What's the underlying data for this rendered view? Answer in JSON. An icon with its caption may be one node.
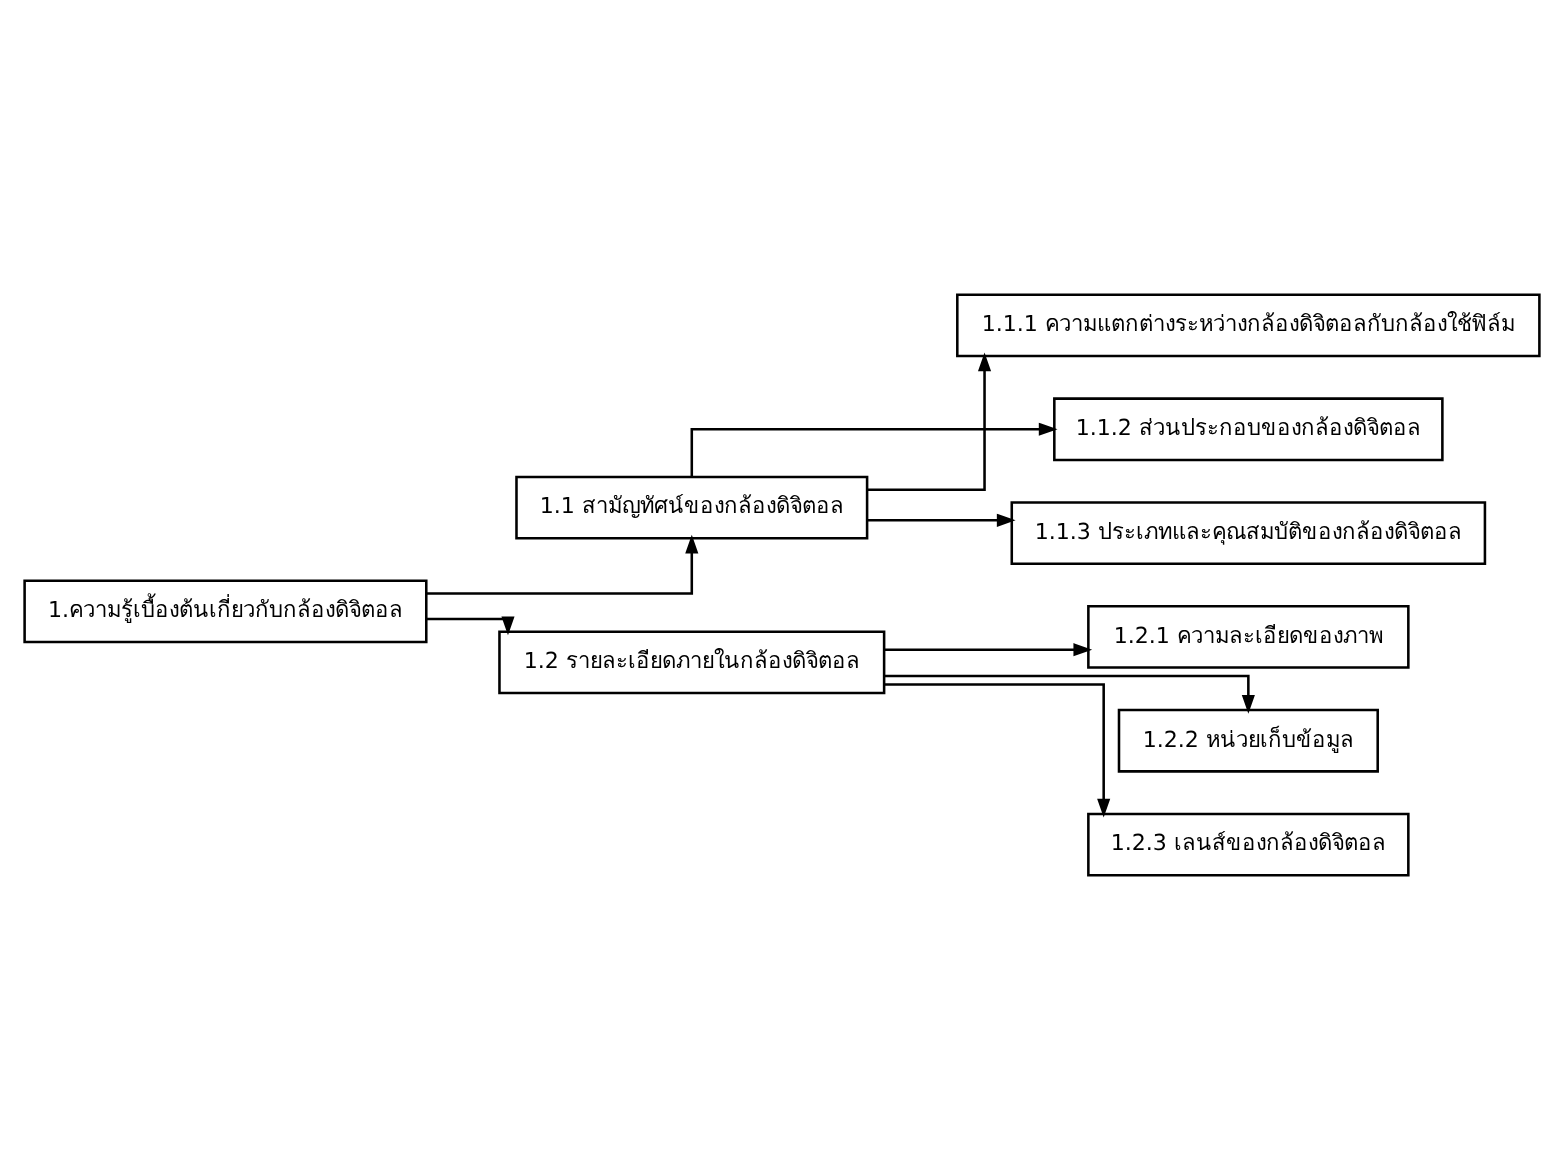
{
  "diagram": {
    "nodes": [
      {
        "text": [
          "1.ความรู้เบื้องต้นเกี่ยวกับกล้องดิจิตอล"
        ]
      },
      {
        "text": [
          "1.1 สามัญทัศน์ของกล้องดิจิตอล"
        ]
      },
      {
        "text": [
          "1.1.1 ความแตกต่างระหว่างกล้องดิจิตอลกับกล้องใช้ฟิล์ม"
        ]
      },
      {
        "text": [
          "1.1.2 ส่วนประกอบของกล้องดิจิตอล"
        ]
      },
      {
        "text": [
          "1.1.3 ประเภทและคุณสมบัติของกล้องดิจิตอล"
        ]
      },
      {
        "text": [
          "1.2 รายละเอียดภายในกล้องดิจิตอล"
        ]
      },
      {
        "text": [
          "1.2.1 ความละเอียดของภาพ"
        ]
      },
      {
        "text": [
          "1.2.2 หน่วยเก็บข้อมูล"
        ]
      },
      {
        "text": [
          "1.2.3 เลนส์ของกล้องดิจิตอล"
        ]
      }
    ],
    "edges": [
      {
        "from": 0,
        "to": 1,
        "arrow": "to"
      },
      {
        "from": 0,
        "to": 5,
        "arrow": "to"
      },
      {
        "from": 1,
        "to": 2,
        "arrow": "to"
      },
      {
        "from": 1,
        "to": 3,
        "arrow": "to"
      },
      {
        "from": 1,
        "to": 4,
        "arrow": "to"
      },
      {
        "from": 5,
        "to": 6,
        "arrow": "to"
      },
      {
        "from": 5,
        "to": 7,
        "arrow": "to"
      },
      {
        "from": 5,
        "to": 8,
        "arrow": "to"
      }
    ]
  }
}
